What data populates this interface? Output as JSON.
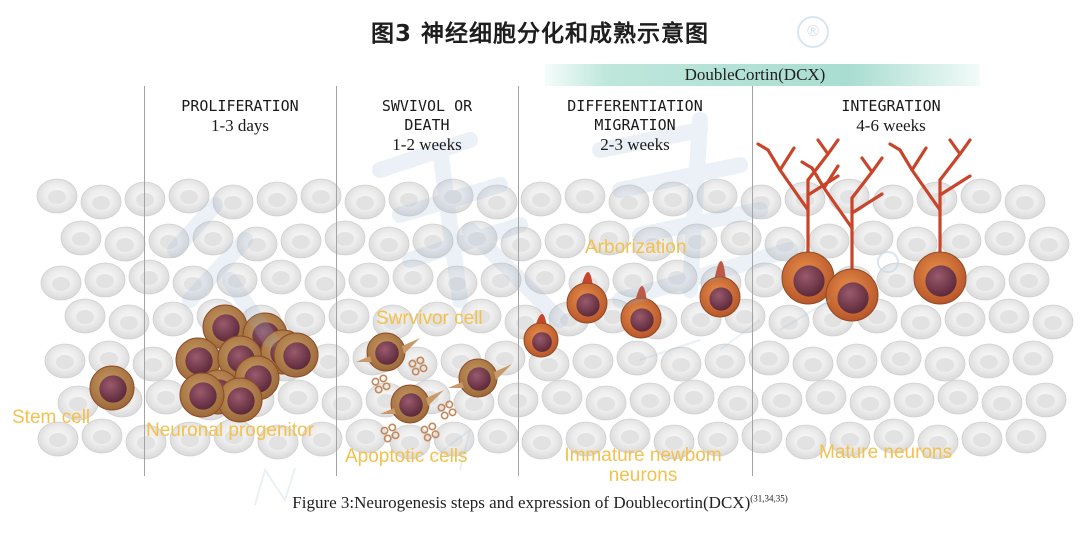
{
  "title": "图3 神经细胞分化和成熟示意图",
  "dcx_band": "DoubleCortin(DCX)",
  "registered_mark": "®",
  "stages": [
    {
      "name": "PROLIFERATION",
      "duration": "1-3 days"
    },
    {
      "name_line1": "SWVIVOL OR",
      "name_line2": "DEATH",
      "duration": "1-2 weeks"
    },
    {
      "name_line1": "DIFFERENTIATION",
      "name_line2": "MIGRATION",
      "duration": "2-3 weeks"
    },
    {
      "name": "INTEGRATION",
      "duration": "4-6 weeks"
    }
  ],
  "labels": {
    "stem_cell": "Stem cell",
    "neuronal_progenitor": "Neuronal progenitor",
    "survivor_cell": "Swrvivor cell",
    "apoptotic_cells": "Apoptotic cells",
    "arborization": "Arborization",
    "immature_line1": "Immature newbom",
    "immature_line2": "neurons",
    "mature_neurons": "Mature neurons"
  },
  "caption": {
    "text": "Figure 3:Neurogenesis steps and expression of  Doublecortin(DCX)",
    "refs": "(31,34,35)"
  },
  "colors": {
    "label": "#f2c14e",
    "cell_ring": "#d4763a",
    "cell_nucleus": "#7a3b4f",
    "dendrite": "#c8452a",
    "background_cell": "#e6e6e6",
    "dcx_band": "#a9ddd1"
  }
}
